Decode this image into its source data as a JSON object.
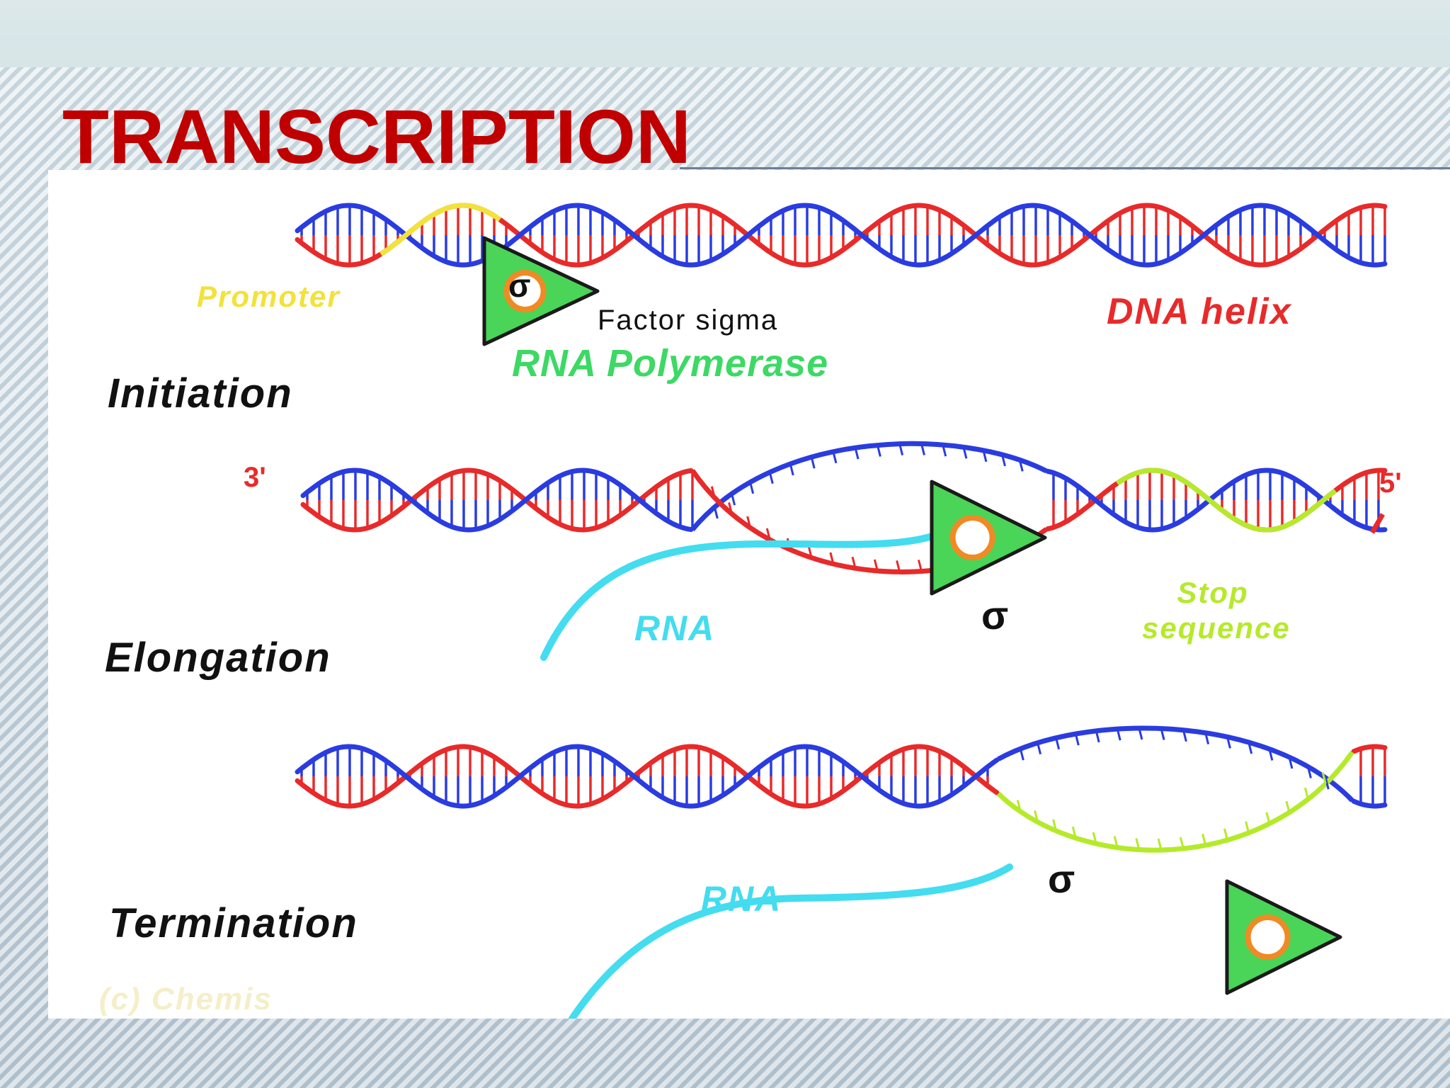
{
  "title": "TRANSCRIPTION",
  "colors": {
    "title": "#c00000",
    "dna_strand_a": "#e82a2a",
    "dna_strand_b": "#2a3ce0",
    "promoter": "#f2e23a",
    "stop_sequence": "#b5ea2a",
    "rna": "#44dcef",
    "polymerase": "#4ad458",
    "sigma_ring": "#f08a24"
  },
  "diagram": {
    "stages": {
      "initiation": "Initiation",
      "elongation": "Elongation",
      "termination": "Termination"
    },
    "labels": {
      "promoter": "Promoter",
      "factor_sigma": "Factor sigma",
      "rna_polymerase": "RNA Polymerase",
      "dna_helix": "DNA helix",
      "three_prime": "3'",
      "five_prime": "5'",
      "rna_elongation": "RNA",
      "rna_termination": "RNA",
      "sigma_symbol": "σ",
      "stop_line1": "Stop",
      "stop_line2": "sequence",
      "credit": "(c) Chemis"
    },
    "icons": [
      "rna-polymerase-triangle-icon",
      "sigma-factor-ring-icon"
    ]
  }
}
